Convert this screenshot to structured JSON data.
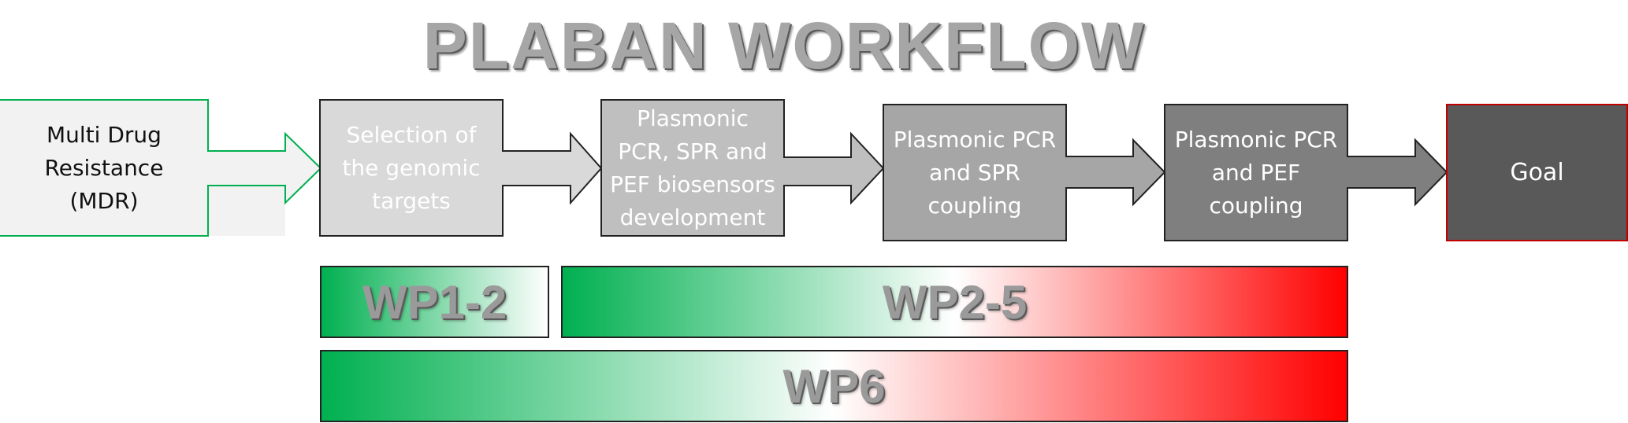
{
  "title": "PLABAN WORKFLOW",
  "steps": [
    {
      "lines": [
        "Multi Drug",
        "Resistance",
        "(MDR)"
      ]
    },
    {
      "lines": [
        "Selection of",
        "the genomic",
        "targets"
      ]
    },
    {
      "lines": [
        "Plasmonic",
        "PCR, SPR and",
        "PEF biosensors",
        "development"
      ]
    },
    {
      "lines": [
        "Plasmonic PCR",
        "and SPR",
        "coupling"
      ]
    },
    {
      "lines": [
        "Plasmonic PCR",
        "and PEF",
        "coupling"
      ]
    },
    {
      "lines": [
        "Goal"
      ]
    }
  ],
  "bars": {
    "wp12": "WP1-2",
    "wp25": "WP2-5",
    "wp6": "WP6"
  },
  "colors": {
    "mdr_fill": "#f2f2f2",
    "mdr_border": "#00b050",
    "step2_fill": "#d9d9d9",
    "step3_fill": "#bfbfbf",
    "step4_fill": "#a6a6a6",
    "step5_fill": "#7f7f7f",
    "goal_fill": "#595959",
    "goal_border": "#c00000",
    "gradient_start": "#00b050",
    "gradient_end": "#ff0000"
  }
}
